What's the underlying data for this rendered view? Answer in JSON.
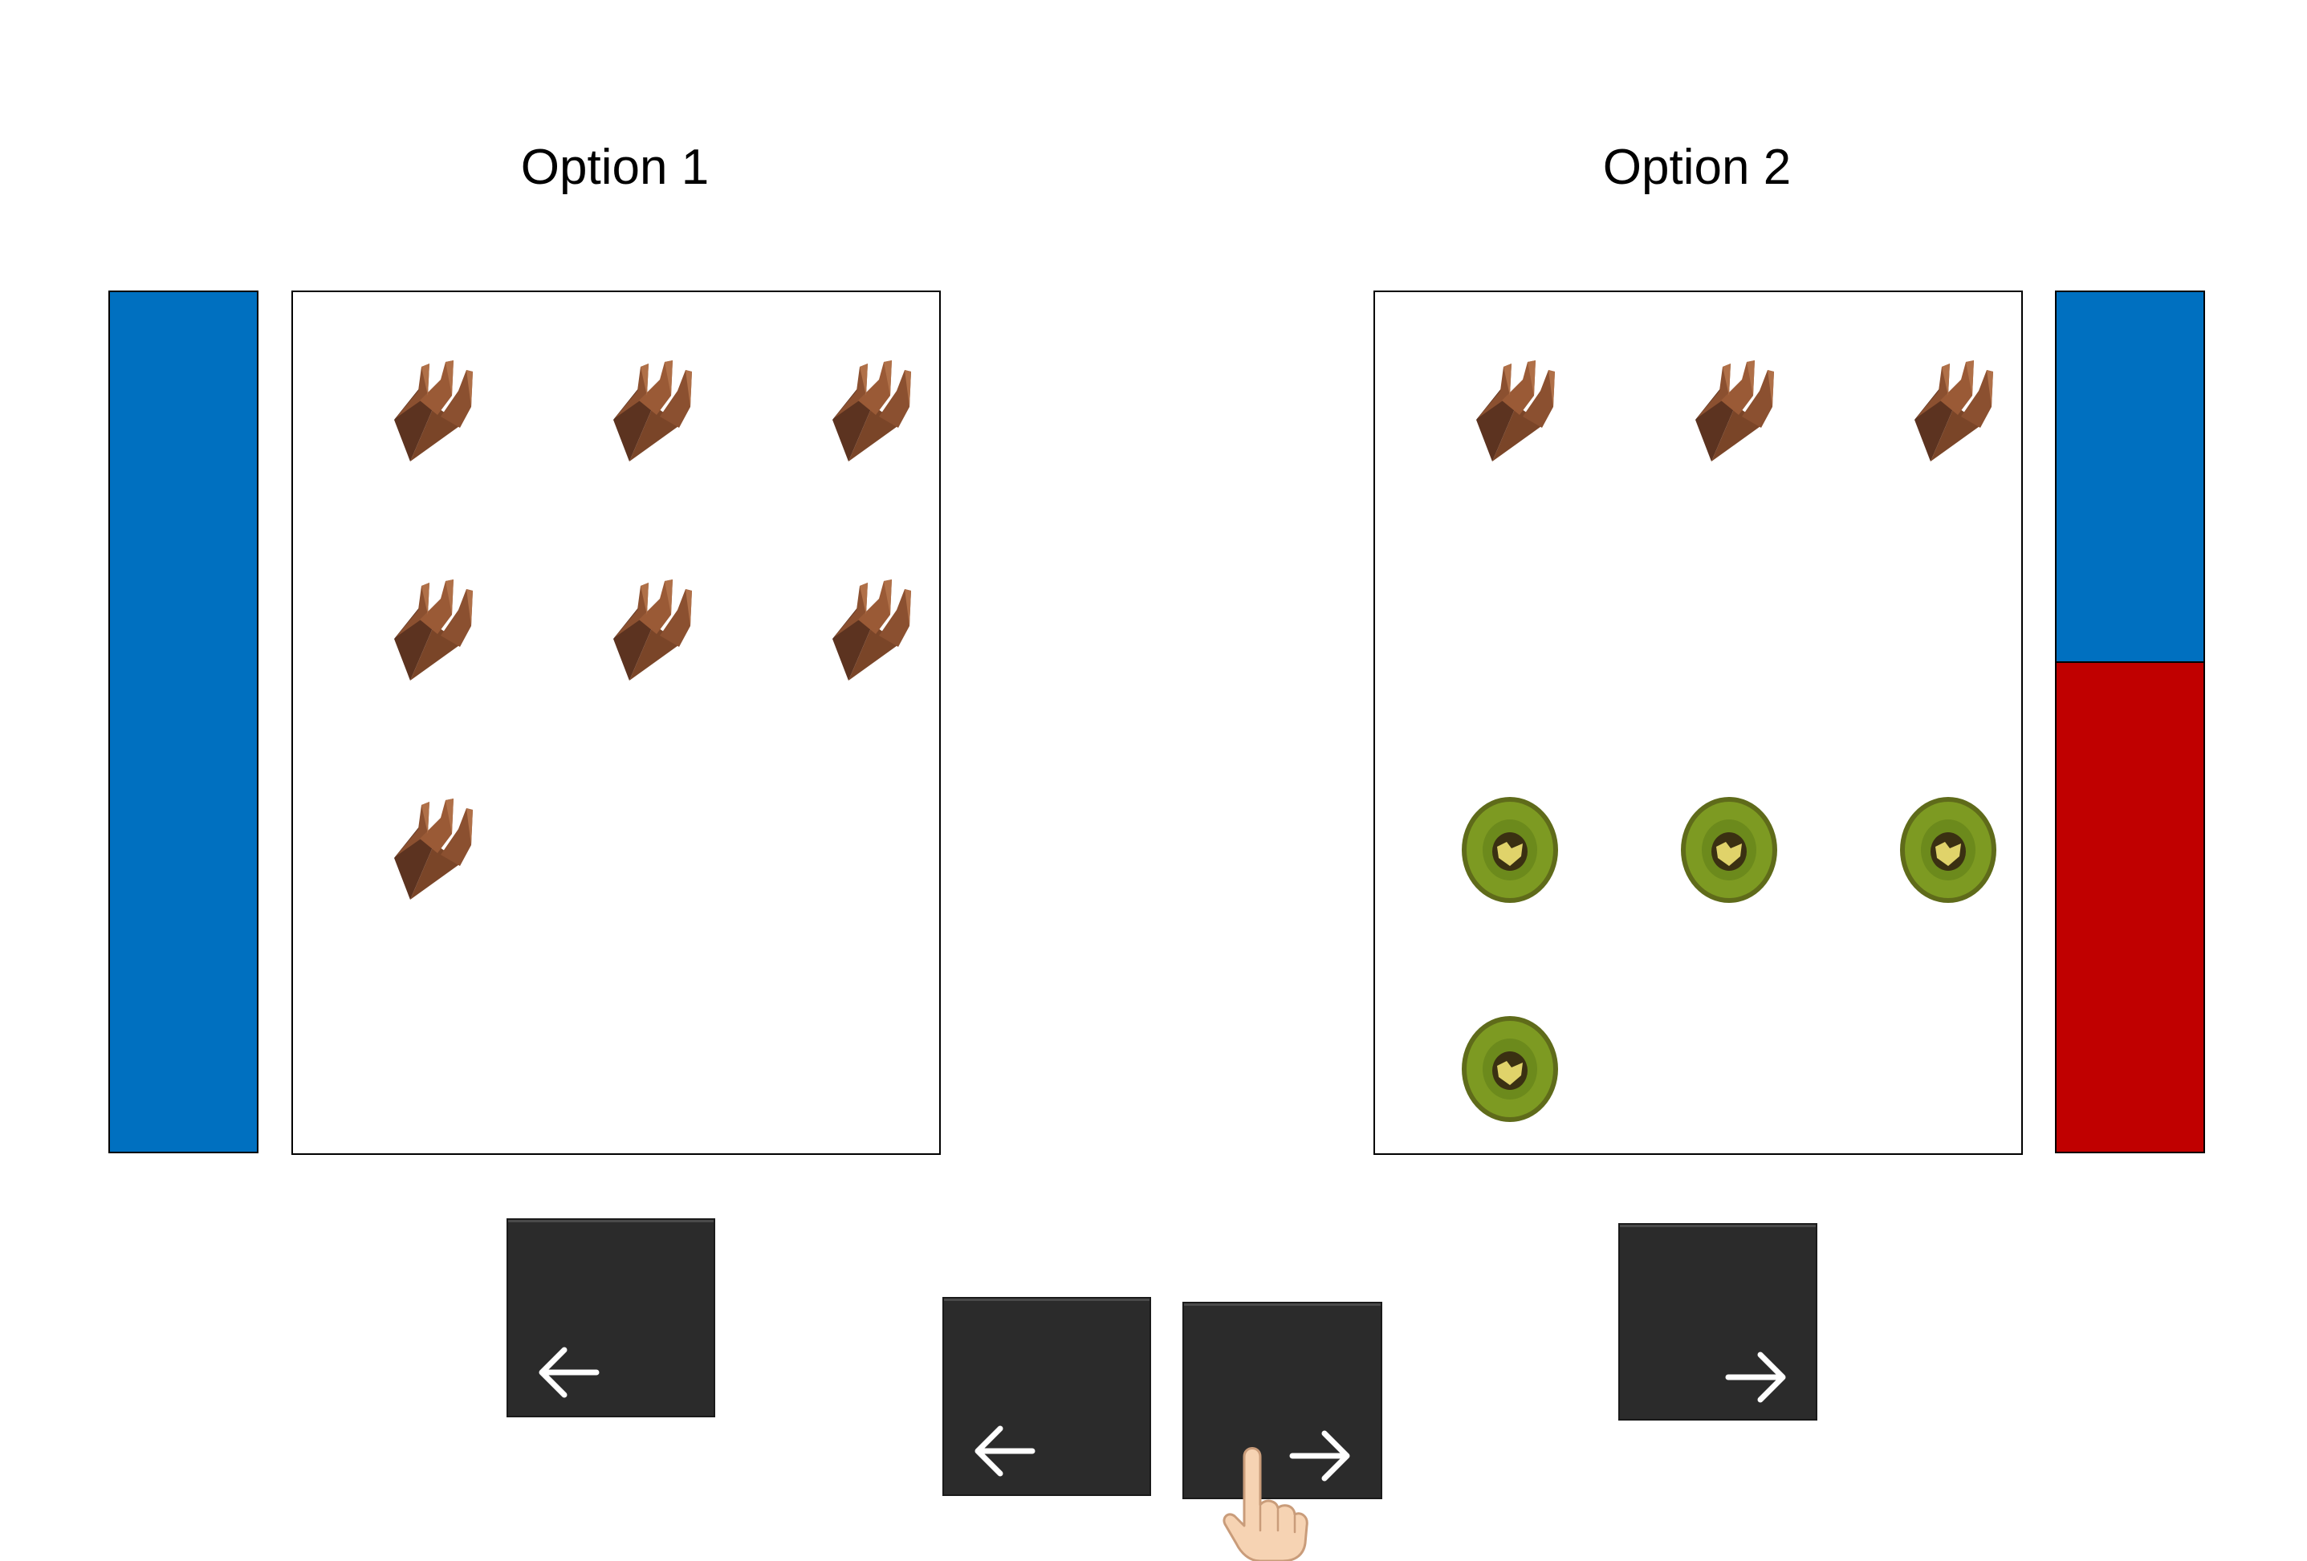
{
  "options": [
    {
      "title": "Option 1",
      "items": [
        "chocolate",
        "chocolate",
        "chocolate",
        "chocolate",
        "chocolate",
        "chocolate",
        "chocolate"
      ],
      "bar": [
        {
          "color": "#0070c0",
          "fraction": 1.0
        }
      ]
    },
    {
      "title": "Option 2",
      "items": [
        "chocolate",
        "chocolate",
        "chocolate",
        "kiwi",
        "kiwi",
        "kiwi",
        "kiwi"
      ],
      "bar": [
        {
          "color": "#0070c0",
          "fraction": 0.43
        },
        {
          "color": "#c00000",
          "fraction": 0.57
        }
      ]
    }
  ],
  "keys": [
    {
      "name": "left-arrow-key-option-1",
      "icon": "left-arrow-icon"
    },
    {
      "name": "left-arrow-key",
      "icon": "left-arrow-icon"
    },
    {
      "name": "right-arrow-key",
      "icon": "right-arrow-icon"
    },
    {
      "name": "right-arrow-key-option-2",
      "icon": "right-arrow-icon"
    }
  ],
  "pointer": "hand-pointer-icon",
  "colors": {
    "blue": "#0070c0",
    "red": "#c00000",
    "key": "#2b2b2b"
  }
}
